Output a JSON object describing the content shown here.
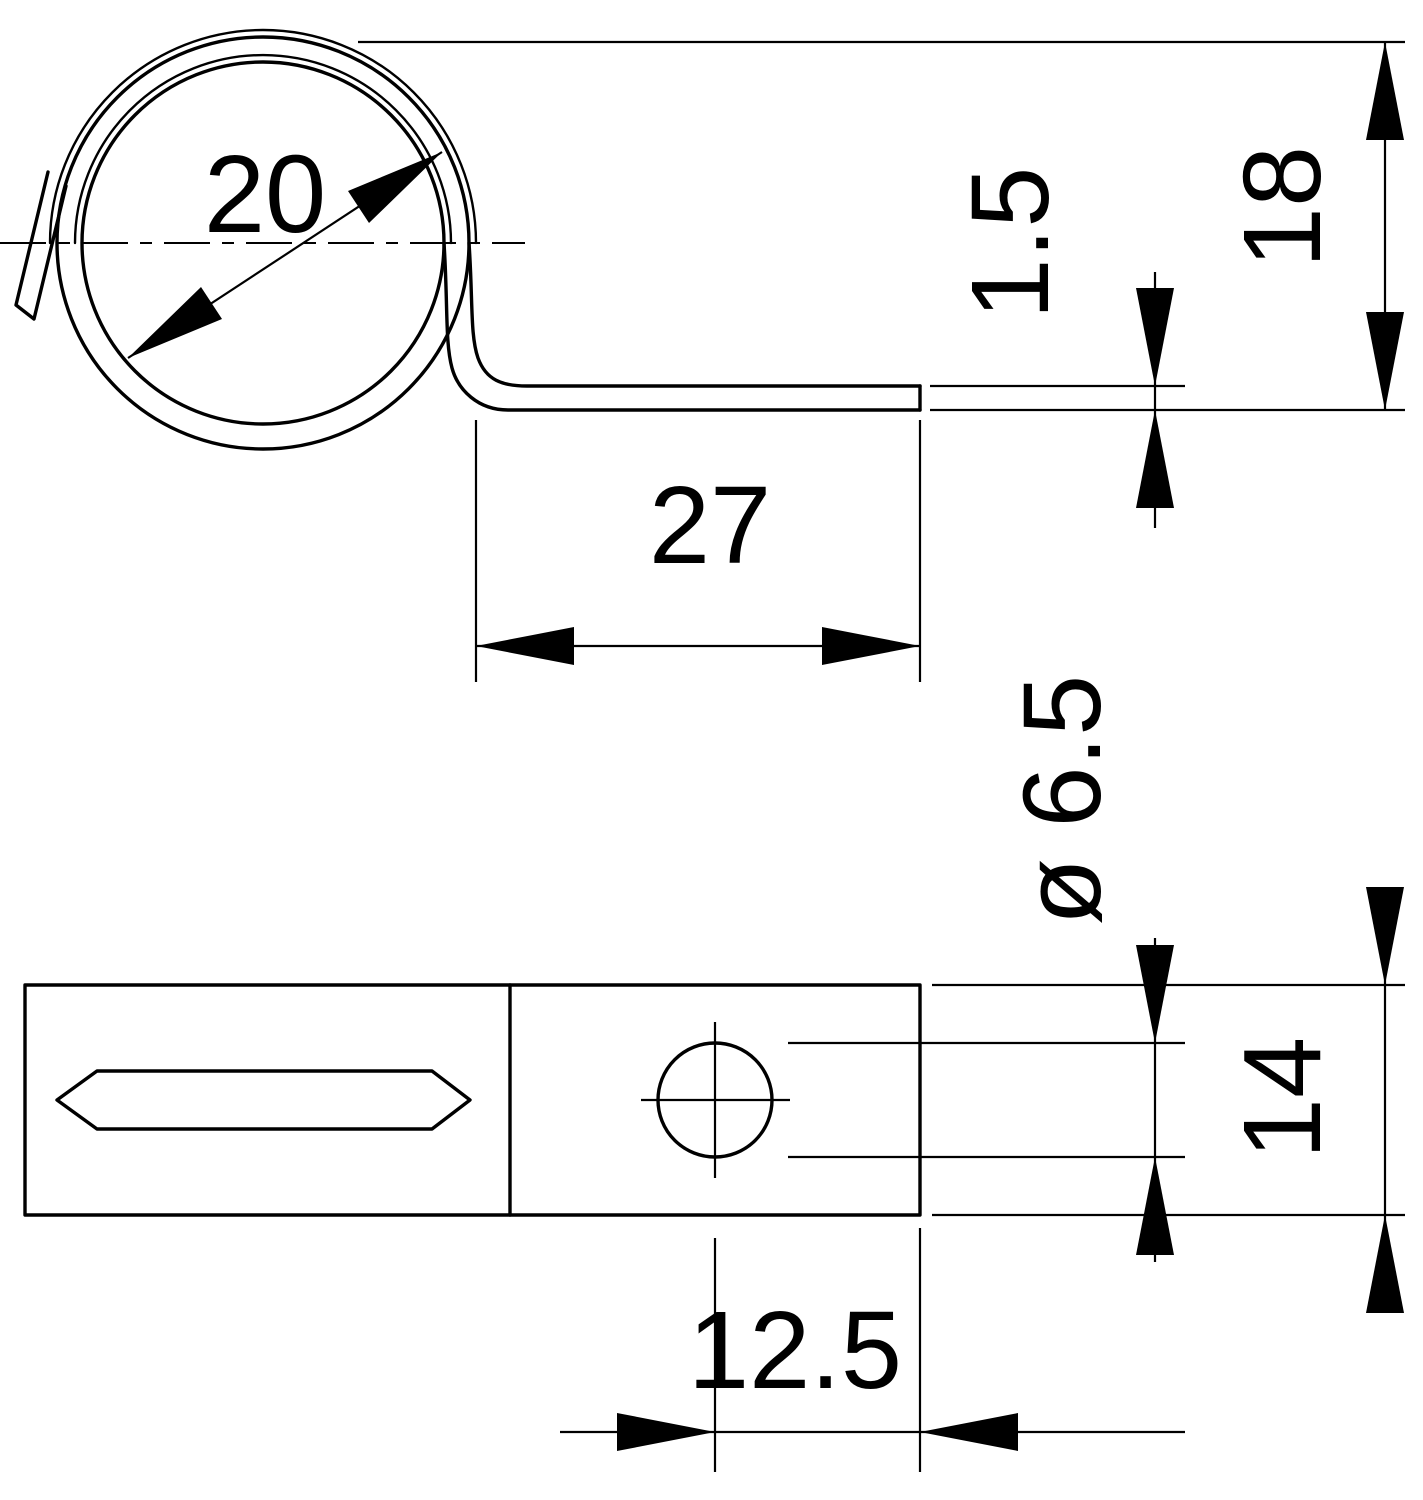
{
  "drawing": {
    "kind": "technical-dimension-drawing",
    "colors": {
      "line": "#000000",
      "background": "#ffffff"
    },
    "dimensions": {
      "loop_diameter": "20",
      "base_length": "27",
      "material_thickness": "1.5",
      "overall_height": "18",
      "hole_diameter": "ø 6.5",
      "strap_width": "14",
      "hole_center_offset": "12.5"
    }
  }
}
